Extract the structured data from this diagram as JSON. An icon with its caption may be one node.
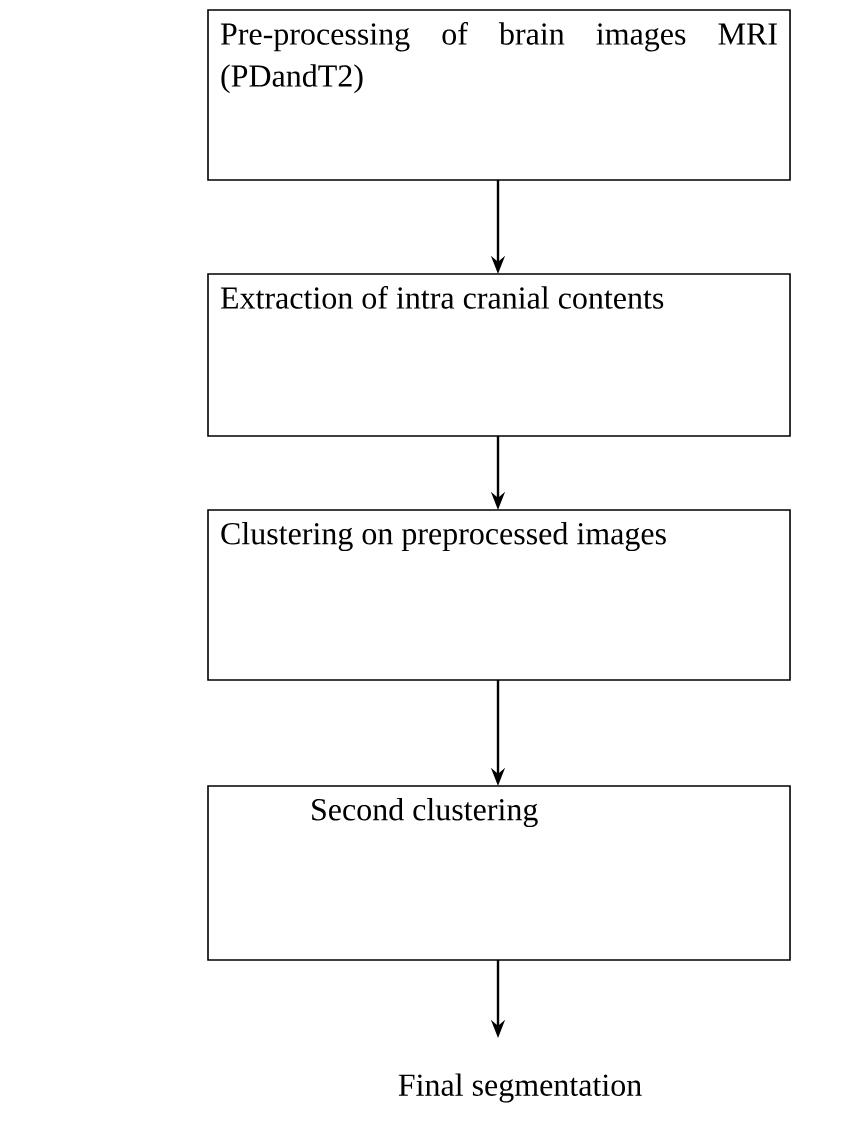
{
  "diagram": {
    "nodes": [
      {
        "text": [
          "Pre-processing of brain images MRI (PDandT2)"
        ]
      },
      {
        "text": [
          "Extraction of intra cranial contents"
        ]
      },
      {
        "text": [
          "Clustering on preprocessed images"
        ]
      },
      {
        "text": [
          "Second clustering"
        ]
      },
      {
        "text": [
          "Final segmentation"
        ]
      }
    ],
    "edges": [
      {
        "from": 0,
        "to": 1,
        "arrow": "to"
      },
      {
        "from": 1,
        "to": 2,
        "arrow": "to"
      },
      {
        "from": 2,
        "to": 3,
        "arrow": "to"
      },
      {
        "from": 3,
        "to": 4,
        "arrow": "to"
      }
    ]
  }
}
